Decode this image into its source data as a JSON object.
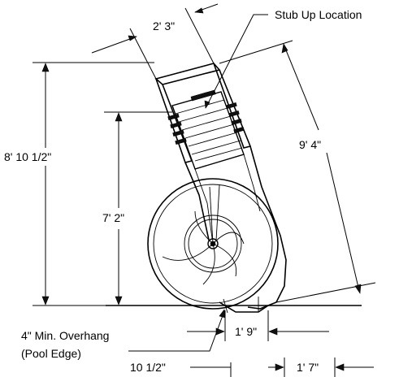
{
  "labels": {
    "stub_up": "Stub Up Location",
    "overhang_line1": "4\" Min. Overhang",
    "overhang_line2": "(Pool Edge)"
  },
  "dimensions": {
    "top_offset": "2' 3\"",
    "overall_height": "8' 10 1/2\"",
    "platform_height": "7' 2\"",
    "diagonal_length": "9' 4\"",
    "exit_width": "1' 9\"",
    "ten_half": "10 1/2\"",
    "one_seven": "1' 7\""
  }
}
